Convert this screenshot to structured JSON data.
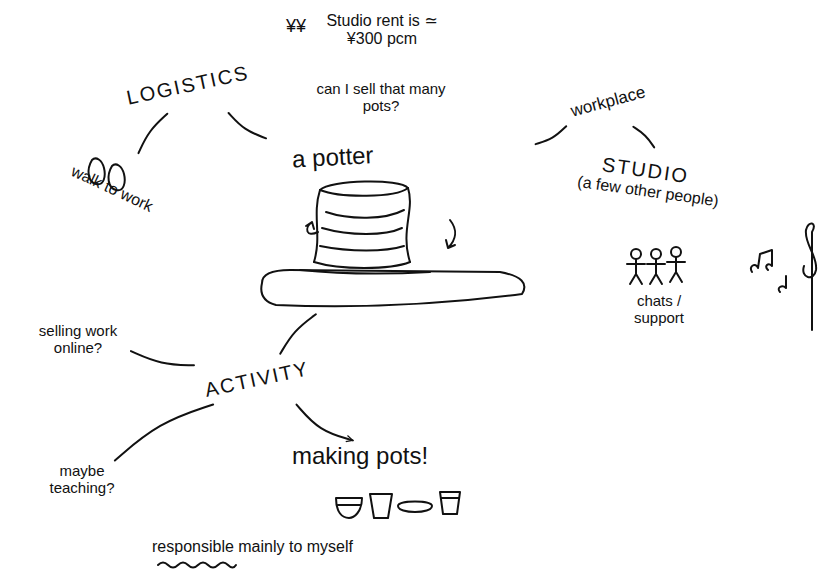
{
  "diagram": {
    "nodes": [
      {
        "text": [
          "a potter"
        ]
      },
      {
        "text": [
          "LOGISTICS"
        ]
      },
      {
        "text": [
          "walk to work"
        ]
      },
      {
        "text": [
          "workplace"
        ]
      },
      {
        "text": [
          "STUDIO",
          "(a few other people)"
        ]
      },
      {
        "text": [
          "ACTIVITY"
        ]
      },
      {
        "text": [
          "selling work online?"
        ]
      },
      {
        "text": [
          "maybe teaching?"
        ]
      },
      {
        "text": [
          "making pots!"
        ]
      }
    ],
    "edges": [
      {
        "from": 0,
        "to": 1,
        "arrow": "none"
      },
      {
        "from": 1,
        "to": 2,
        "arrow": "none"
      },
      {
        "from": 0,
        "to": 3,
        "arrow": "none"
      },
      {
        "from": 3,
        "to": 4,
        "arrow": "none"
      },
      {
        "from": 0,
        "to": 5,
        "arrow": "none"
      },
      {
        "from": 5,
        "to": 6,
        "arrow": "none"
      },
      {
        "from": 5,
        "to": 7,
        "arrow": "none"
      },
      {
        "from": 5,
        "to": 8,
        "arrow": "to"
      }
    ],
    "labels": [
      "¥¥",
      "Studio rent is ≃ ¥300 pcm",
      "can I sell that many pots?",
      "chats / support",
      "responsible mainly to myself"
    ]
  }
}
